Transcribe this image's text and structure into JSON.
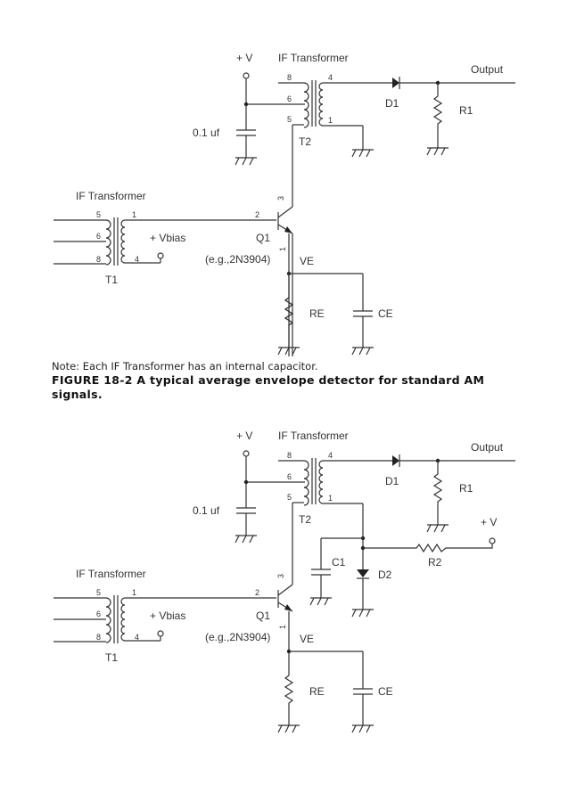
{
  "figure1": {
    "title_t2": "IF Transformer",
    "title_t1": "IF Transformer",
    "supply_label": "+ V",
    "cap_label": "0.1 uf",
    "t2_label": "T2",
    "t1_label": "T1",
    "t2_pins": [
      "8",
      "6",
      "5",
      "4",
      "1"
    ],
    "t1_pins": [
      "5",
      "6",
      "8",
      "1",
      "4"
    ],
    "q1_pins": [
      "2",
      "3",
      "1"
    ],
    "d1_label": "D1",
    "r1_label": "R1",
    "output_label": "Output",
    "vbias_label": "+ Vbias",
    "q1_label": "Q1",
    "q1_part": "(e.g.,2N3904)",
    "ve_label": "VE",
    "re_label": "RE",
    "ce_label": "CE"
  },
  "note": "Note: Each IF Transformer has an internal capacitor.",
  "caption": "FIGURE 18-2 A typical average envelope detector for standard AM signals.",
  "figure2": {
    "title_t2": "IF Transformer",
    "title_t1": "IF Transformer",
    "supply_label": "+ V",
    "cap_label": "0.1 uf",
    "t2_label": "T2",
    "t1_label": "T1",
    "t2_pins": [
      "8",
      "6",
      "5",
      "4",
      "1"
    ],
    "t1_pins": [
      "5",
      "6",
      "8",
      "1",
      "4"
    ],
    "q1_pins": [
      "2",
      "3",
      "1"
    ],
    "d1_label": "D1",
    "r1_label": "R1",
    "output_label": "Output",
    "r2_label": "R2",
    "r2_supply_label": "+ V",
    "c1_label": "C1",
    "d2_label": "D2",
    "vbias_label": "+ Vbias",
    "q1_label": "Q1",
    "q1_part": "(e.g.,2N3904)",
    "ve_label": "VE",
    "re_label": "RE",
    "ce_label": "CE"
  }
}
